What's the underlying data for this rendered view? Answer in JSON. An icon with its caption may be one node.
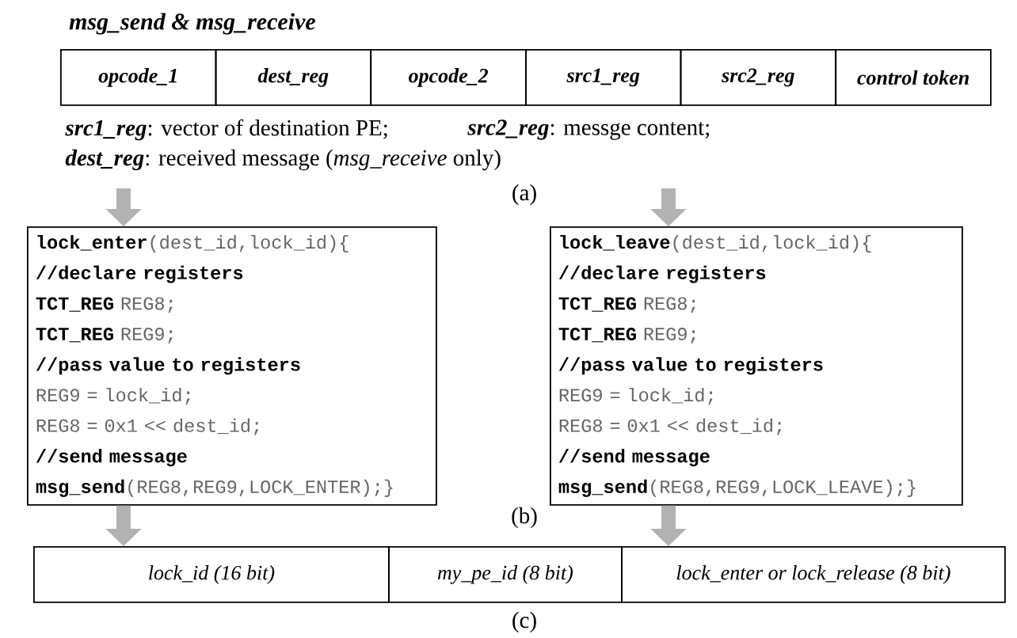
{
  "diagram": {
    "title": "msg_send & msg_receive",
    "nodes": [
      {
        "text": [
          "opcode_1"
        ]
      },
      {
        "text": [
          "dest_reg"
        ]
      },
      {
        "text": [
          "opcode_2"
        ]
      },
      {
        "text": [
          "src1_reg"
        ]
      },
      {
        "text": [
          "src2_reg"
        ]
      },
      {
        "text": [
          "control token"
        ]
      },
      {
        "text": [
          "**lock_enter**(dest_id,lock_id){",
          "**//declare registers**",
          "**TCT_REG** REG8;",
          "**TCT_REG** REG9;",
          "**//pass value to registers**",
          "REG9 = lock_id;",
          "REG8 = 0x1 << dest_id;",
          "**//send message**",
          "**msg_send**(REG8,REG9,LOCK_ENTER);}"
        ]
      },
      {
        "text": [
          "**lock_leave**(dest_id,lock_id){",
          "**//declare registers**",
          "**TCT_REG** REG8;",
          "**TCT_REG** REG9;",
          "**//pass value to registers**",
          "REG9 = lock_id;",
          "REG8 = 0x1 << dest_id;",
          "**//send message**",
          "**msg_send**(REG8,REG9,LOCK_LEAVE);}"
        ]
      },
      {
        "text": [
          "lock_id (16 bit)"
        ]
      },
      {
        "text": [
          "my_pe_id (8 bit)"
        ]
      },
      {
        "text": [
          "lock_enter or lock_release (8 bit)"
        ]
      }
    ],
    "edges": [
      {
        "from": null,
        "to": 6,
        "arrow": "to"
      },
      {
        "from": null,
        "to": 7,
        "arrow": "to"
      },
      {
        "from": 6,
        "to": 8,
        "arrow": "to"
      },
      {
        "from": 7,
        "to": 10,
        "arrow": "to"
      }
    ],
    "labels": [
      "**src1_reg**: vector of destination PE;",
      "**src2_reg**: messge content;",
      "**dest_reg**: received message (*msg_receive* only)",
      "(a)",
      "(b)",
      "(c)"
    ]
  }
}
